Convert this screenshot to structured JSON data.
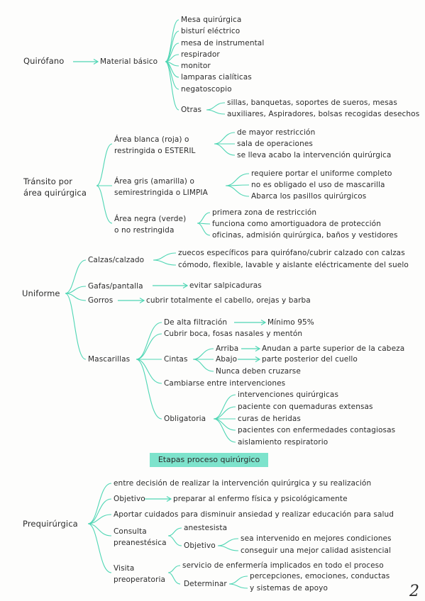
{
  "quirofano": {
    "title": "Quirófano",
    "material": "Material básico",
    "items": [
      "Mesa quirúrgica",
      "bisturí eléctrico",
      "mesa de instrumental",
      "respirador",
      "monitor",
      "lamparas cialíticas",
      "negatoscopio"
    ],
    "otras_label": "Otras",
    "otras_lines": [
      "sillas, banquetas, soportes de sueros, mesas",
      "auxiliares, Aspiradores, bolsas recogidas desechos"
    ]
  },
  "transito": {
    "title_lines": [
      "Tránsito por",
      "área quirúrgica"
    ],
    "blanca": {
      "label_lines": [
        "Área blanca (roja) o",
        "restringida o ESTERIL"
      ],
      "items": [
        "de mayor restricción",
        "sala de operaciones",
        "se lleva acabo la intervención quirúrgica"
      ]
    },
    "gris": {
      "label_lines": [
        "Área gris (amarilla) o",
        "semirestringida o LIMPIA"
      ],
      "items": [
        "requiere portar el uniforme completo",
        "no es obligado el uso de mascarilla",
        "Abarca los pasillos quirúrgicos"
      ]
    },
    "negra": {
      "label_lines": [
        "Área negra (verde)",
        "o no restringida"
      ],
      "items": [
        "primera zona de restricción",
        "funciona como amortiguadora de protección",
        "oficinas, admisión quirúrgica, baños y vestidores"
      ]
    }
  },
  "uniforme": {
    "title": "Uniforme",
    "calzas_label": "Calzas/calzado",
    "calzas_items": [
      "zuecos específicos para quirófano/cubrir calzado con calzas",
      "cómodo, flexible, lavable y aislante eléctricamente del suelo"
    ],
    "gafas_label": "Gafas/pantalla",
    "gafas_item": "evitar salpicaduras",
    "gorros_label": "Gorros",
    "gorros_item": "cubrir totalmente el cabello, orejas y barba",
    "mascarillas": {
      "label": "Mascarillas",
      "filtracion": "De alta filtración",
      "minimo": "Mínimo 95%",
      "cubrir": "Cubrir boca, fosas nasales y mentón",
      "cintas_label": "Cintas",
      "arriba": "Arriba",
      "arriba_desc": "Anudan a parte superior de la cabeza",
      "abajo": "Abajo",
      "abajo_desc": "parte posterior del cuello",
      "nunca": "Nunca deben cruzarse",
      "cambiarse": "Cambiarse entre intervenciones",
      "obligatoria_label": "Obligatoria",
      "obligatoria_items": [
        "intervenciones quirúrgicas",
        "paciente con quemaduras extensas",
        "curas de heridas",
        "pacientes con enfermedades contagiosas",
        "aislamiento respiratorio"
      ]
    }
  },
  "etapas_title": "Etapas proceso quirúrgico",
  "prequirurgica": {
    "title": "Prequirúrgica",
    "definicion": "entre decisión de realizar la intervención quirúrgica y su realización",
    "objetivo_label": "Objetivo",
    "objetivo_item": "preparar al enfermo física y psicológicamente",
    "aportar": "Aportar cuidados para disminuir ansiedad y realizar educación para salud",
    "consulta_lines": [
      "Consulta",
      "preanestésica"
    ],
    "anestesista": "anestesista",
    "consulta_objetivo": "Objetivo",
    "consulta_obj_items": [
      "sea intervenido en mejores condiciones",
      "conseguir una mejor calidad asistencial"
    ],
    "visita_lines": [
      "Visita",
      "preoperatoria"
    ],
    "servicio": "servicio de enfermería implicados en todo el proceso",
    "determinar": "Determinar",
    "determinar_items": [
      "percepciones, emociones, conductas",
      "y sistemas de apoyo"
    ]
  },
  "page_number": "2",
  "colors": {
    "connector": "#4fd6b4",
    "highlight": "#7de3cc",
    "ink": "#2b2b2b"
  }
}
